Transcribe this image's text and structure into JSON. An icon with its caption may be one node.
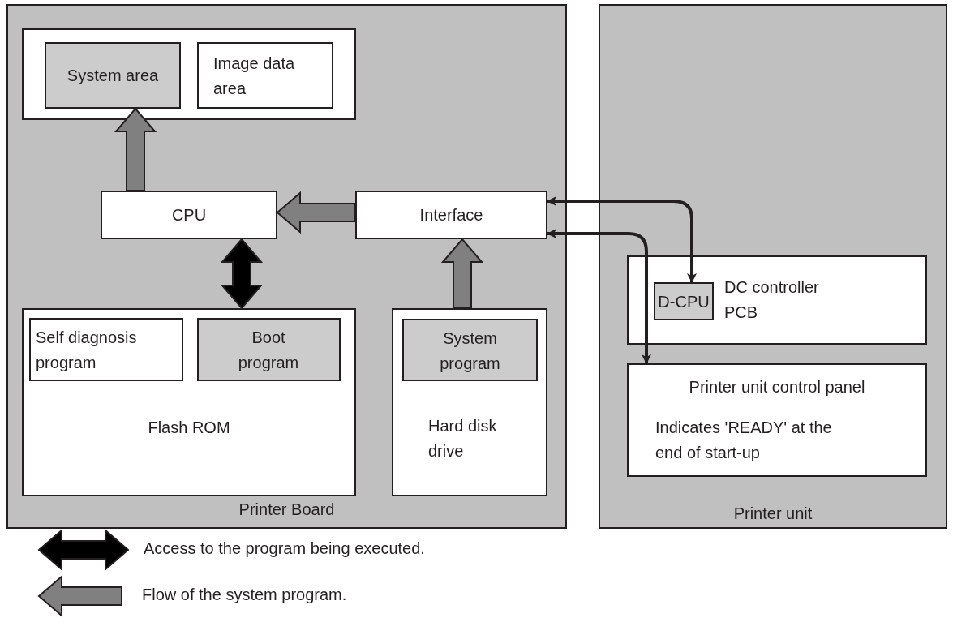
{
  "diagram": {
    "nodes": [
      {
        "text": [
          "Printer Board"
        ]
      },
      {
        "text": [],
        "shape": "box",
        "in": 0
      },
      {
        "text": [
          "System area"
        ],
        "in": 1
      },
      {
        "text": [
          "Image data area"
        ],
        "in": 1
      },
      {
        "text": [
          "CPU"
        ],
        "in": 0
      },
      {
        "text": [
          "Interface"
        ],
        "in": 0
      },
      {
        "text": [
          "Flash ROM"
        ],
        "in": 0
      },
      {
        "text": [
          "Self diagnosis program"
        ],
        "in": 6
      },
      {
        "text": [
          "Boot program"
        ],
        "in": 6
      },
      {
        "text": [
          "Hard disk drive"
        ],
        "in": 0
      },
      {
        "text": [
          "System program"
        ],
        "in": 9
      },
      {
        "text": [
          "Printer unit"
        ]
      },
      {
        "text": [
          "DC controller PCB"
        ],
        "in": 11
      },
      {
        "text": [
          "D-CPU"
        ],
        "in": 12
      },
      {
        "text": [
          "Printer unit control panel",
          "Indicates 'READY' at the end of start-up"
        ],
        "in": 11
      }
    ],
    "edges": [
      {
        "from": 4,
        "to": 2,
        "arrow": "to",
        "style": "thick",
        "color": "#808080"
      },
      {
        "from": 5,
        "to": 4,
        "arrow": "to",
        "style": "thick",
        "color": "#808080"
      },
      {
        "from": 9,
        "to": 5,
        "arrow": "to",
        "style": "thick",
        "color": "#808080"
      },
      {
        "from": 4,
        "to": 6,
        "arrow": "both",
        "style": "thick"
      },
      {
        "from": 5,
        "to": 13,
        "arrow": "both"
      },
      {
        "from": 5,
        "to": 14,
        "arrow": "both"
      }
    ],
    "legend": [
      {
        "text": "Access to the program being executed."
      },
      {
        "text": "Flow of the system program."
      }
    ]
  }
}
